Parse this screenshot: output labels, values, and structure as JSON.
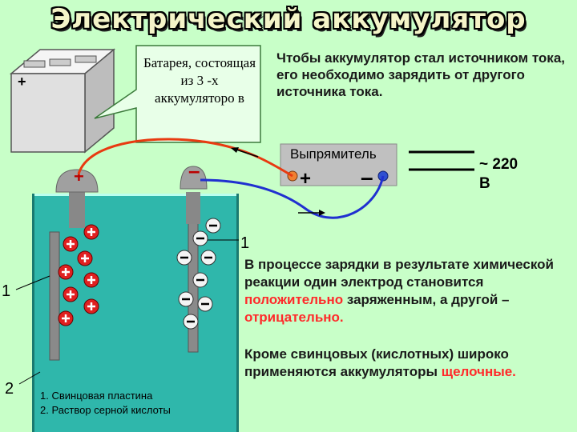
{
  "title": "Электрический аккумулятор",
  "callout": "Батарея, состоящая из 3 -х аккумуляторо в",
  "top_text": "Чтобы аккумулятор стал источником тока, его необходимо зарядить от другого источника тока.",
  "rectifier": {
    "label": "Выпрямитель",
    "plus": "+",
    "minus": "–"
  },
  "mains": {
    "line1": "~ 220",
    "line2": "В"
  },
  "battery_plus": "+",
  "terminal_plus": "+",
  "terminal_minus": "–",
  "labels": {
    "one_a": "1",
    "one_b": "1",
    "two": "2"
  },
  "middle_text": {
    "part1": "В процессе зарядки в результате химической реакции один электрод становится ",
    "red1": "положительно",
    "part2": " заряженным, а другой – ",
    "red2": "отрицательно."
  },
  "bottom_text": {
    "part1": "Кроме свинцовых (кислотных) широко применяются аккумуляторы ",
    "red1": "щелочные."
  },
  "legend": {
    "item1": "1. Свинцовая пластина",
    "item2": "2. Раствор серной кислоты"
  },
  "colors": {
    "background": "#c8ffc8",
    "electrolyte": "#2fb7ab",
    "highlight": "#ff2a2a",
    "wire_red": "#e83a10",
    "wire_blue": "#2030d0"
  }
}
